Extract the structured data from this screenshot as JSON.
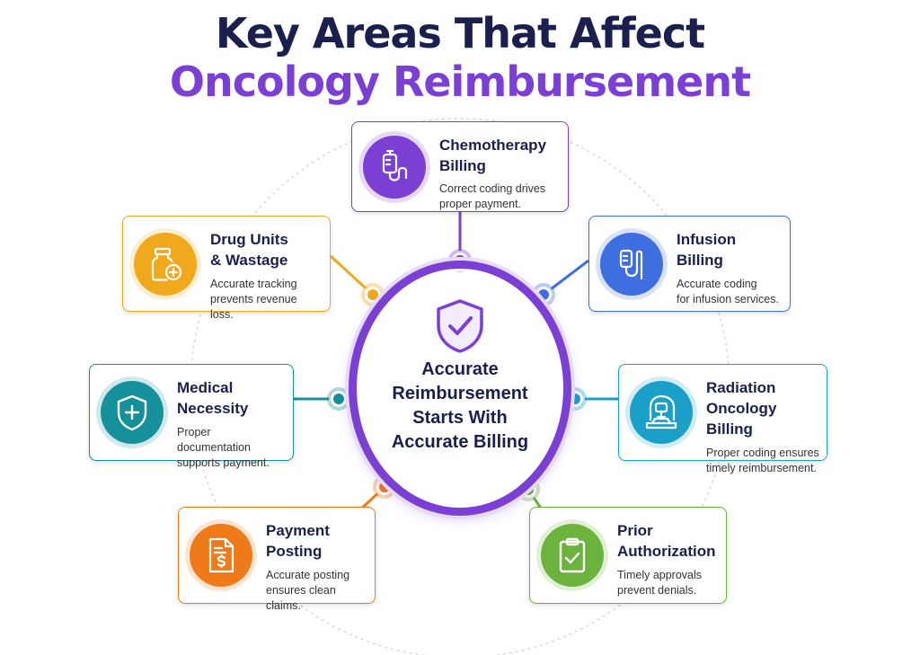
{
  "title": {
    "line1": "Key Areas That Affect",
    "line2": "Oncology Reimbursement",
    "color1": "#1a1f4e",
    "color2": "#7b3fd4"
  },
  "center": {
    "lines": [
      "Accurate",
      "Reimbursement",
      "Starts With",
      "Accurate Billing"
    ],
    "ring_color": "#7b3fd4",
    "icon": "shield-check-icon"
  },
  "areas": [
    {
      "id": "chemotherapy",
      "title_lines": [
        "Chemotherapy",
        "Billing"
      ],
      "desc_lines": [
        "Correct coding drives",
        "proper payment."
      ],
      "color": "#7b3fd4",
      "icon": "iv-bag-icon"
    },
    {
      "id": "drug-units",
      "title_lines": [
        "Drug Units",
        "& Wastage"
      ],
      "desc_lines": [
        "Accurate tracking",
        "prevents revenue loss."
      ],
      "color": "#f0a81c",
      "icon": "medicine-bottle-icon"
    },
    {
      "id": "infusion",
      "title_lines": [
        "Infusion",
        "Billing"
      ],
      "desc_lines": [
        "Accurate coding",
        "for infusion services."
      ],
      "color": "#3f6ee0",
      "icon": "infusion-icon"
    },
    {
      "id": "medical-necessity",
      "title_lines": [
        "Medical",
        "Necessity"
      ],
      "desc_lines": [
        "Proper documentation",
        "supports payment."
      ],
      "color": "#16909a",
      "icon": "shield-cross-icon"
    },
    {
      "id": "radiation",
      "title_lines": [
        "Radiation",
        "Oncology Billing"
      ],
      "desc_lines": [
        "Proper coding ensures",
        "timely reimbursement."
      ],
      "color": "#1aa0c8",
      "icon": "radiation-machine-icon"
    },
    {
      "id": "payment-posting",
      "title_lines": [
        "Payment",
        "Posting"
      ],
      "desc_lines": [
        "Accurate posting",
        "ensures clean claims."
      ],
      "color": "#ef7a1a",
      "icon": "invoice-dollar-icon"
    },
    {
      "id": "prior-auth",
      "title_lines": [
        "Prior",
        "Authorization"
      ],
      "desc_lines": [
        "Timely approvals",
        "prevent denials."
      ],
      "color": "#6cb33e",
      "icon": "clipboard-check-icon"
    }
  ]
}
